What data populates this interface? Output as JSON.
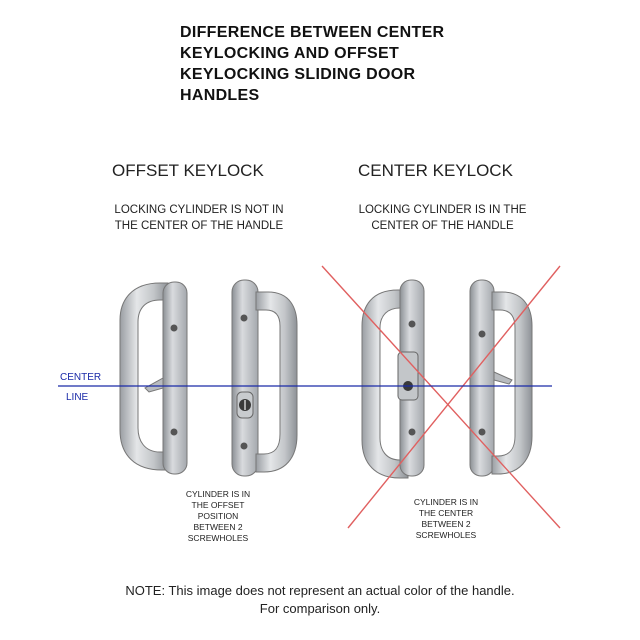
{
  "title": {
    "line1": "DIFFERENCE BETWEEN CENTER",
    "line2": "KEYLOCKING AND OFFSET",
    "line3": "KEYLOCKING SLIDING DOOR",
    "line4": "HANDLES"
  },
  "offset": {
    "heading": "OFFSET KEYLOCK",
    "desc_line1": "LOCKING CYLINDER IS NOT IN",
    "desc_line2": "THE CENTER OF THE HANDLE",
    "caption": [
      "CYLINDER IS IN",
      "THE OFFSET",
      "POSITION",
      "BETWEEN 2",
      "SCREWHOLES"
    ]
  },
  "center": {
    "heading": "CENTER KEYLOCK",
    "desc_line1": "LOCKING CYLINDER IS IN THE",
    "desc_line2": "CENTER OF THE HANDLE",
    "caption": [
      "CYLINDER IS IN",
      "THE CENTER",
      "BETWEEN 2",
      "SCREWHOLES"
    ]
  },
  "center_line": {
    "label1": "CENTER",
    "label2": "LINE",
    "color": "#1a2aa8"
  },
  "cross_color": "#e06060",
  "note": {
    "line1": "NOTE: This image does not represent an actual color of the handle.",
    "line2": "For comparison only."
  }
}
